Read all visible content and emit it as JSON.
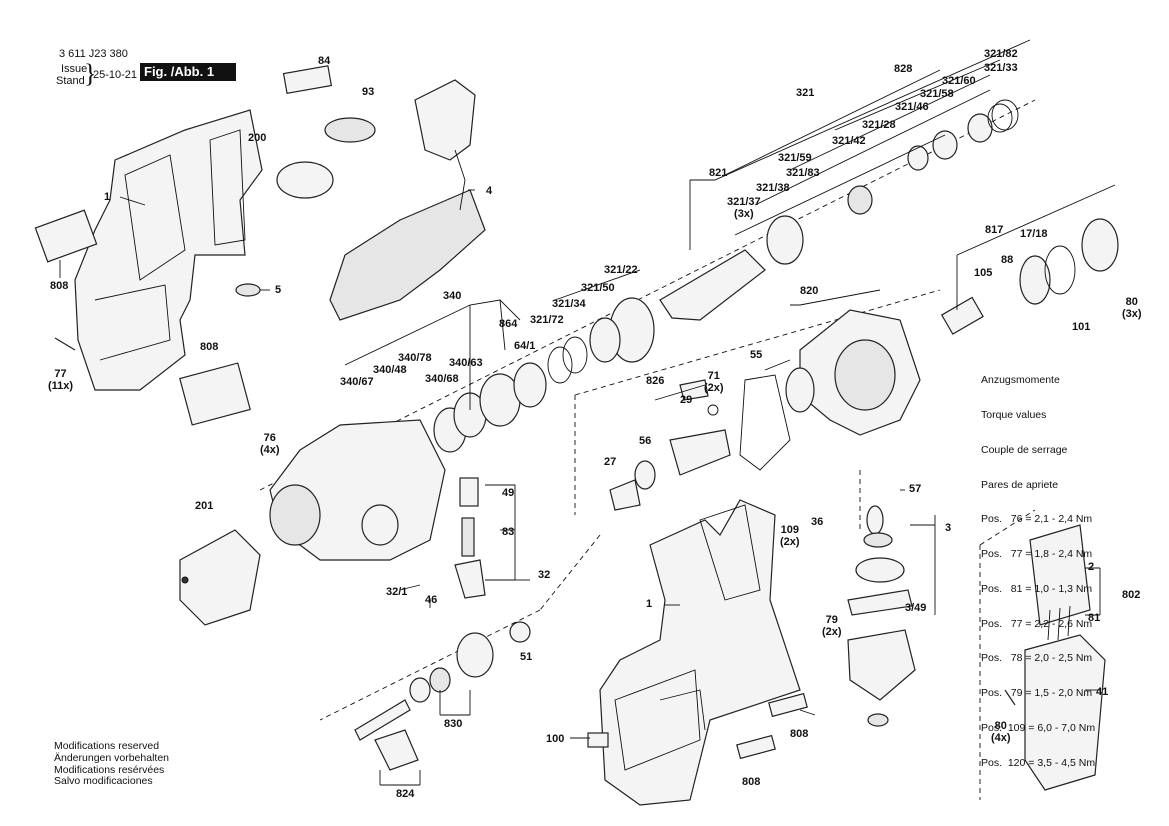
{
  "header": {
    "doc_number": "3 611 J23 380",
    "issue_label": "Issue",
    "stand_label": "Stand",
    "date": "25-10-21",
    "figure": "Fig. /Abb. 1"
  },
  "torque": {
    "title_de": "Anzugsmomente",
    "title_en": "Torque values",
    "title_fr": "Couple de serrage",
    "title_es": "Pares de apriete",
    "values": [
      "Pos.   76 = 2,1 - 2,4 Nm",
      "Pos.   77 = 1,8 - 2,4 Nm",
      "Pos.   81 = 1,0 - 1,3 Nm",
      "Pos.   77 = 2,2 - 2,6 Nm",
      "Pos.   78 = 2,0 - 2,5 Nm",
      "Pos.   79 = 1,5 - 2,0 Nm",
      "Pos.  109 = 6,0 - 7,0 Nm",
      "Pos.  120 = 3,5 - 4,5 Nm"
    ]
  },
  "modifications": [
    "Modifications reserved",
    "Änderungen vorbehalten",
    "Modifications resérvées",
    "Salvo modificaciones"
  ],
  "labels": {
    "l84": "84",
    "l93": "93",
    "l200": "200",
    "l1a": "1",
    "l808a": "808",
    "l5": "5",
    "l77": "77\n(11x)",
    "l808b": "808",
    "l4": "4",
    "l340": "340",
    "l864": "864",
    "l340_78": "340/78",
    "l340_48": "340/48",
    "l340_67": "340/67",
    "l340_68": "340/68",
    "l340_63": "340/63",
    "l64_1": "64/1",
    "l76": "76\n(4x)",
    "l201": "201",
    "l49": "49",
    "l83": "83",
    "l32": "32",
    "l32_1": "32/1",
    "l46": "46",
    "l51": "51",
    "l830": "830",
    "l824": "824",
    "l321": "321",
    "l828": "828",
    "l821": "821",
    "l321_82": "321/82",
    "l321_33": "321/33",
    "l321_60": "321/60",
    "l321_58": "321/58",
    "l321_46": "321/46",
    "l321_28": "321/28",
    "l321_42": "321/42",
    "l321_59": "321/59",
    "l321_83": "321/83",
    "l321_38": "321/38",
    "l321_37": "321/37\n(3x)",
    "l321_22": "321/22",
    "l321_50": "321/50",
    "l321_34": "321/34",
    "l321_72": "321/72",
    "l817": "817",
    "l17_18": "17/18",
    "l88": "88",
    "l105": "105",
    "l101": "101",
    "l80a": "80\n(3x)",
    "l820": "820",
    "l55": "55",
    "l826": "826",
    "l71": "71\n(2x)",
    "l29": "29",
    "l56": "56",
    "l27": "27",
    "l57": "57",
    "l109": "109\n(2x)",
    "l36": "36",
    "l1b": "1",
    "l3": "3",
    "l3_49": "3/49",
    "l79": "79\n(2x)",
    "l2": "2",
    "l802": "802",
    "l81": "81",
    "l41": "41",
    "l80b": "80\n(4x)",
    "l808c": "808",
    "l808d": "808",
    "l100": "100"
  }
}
